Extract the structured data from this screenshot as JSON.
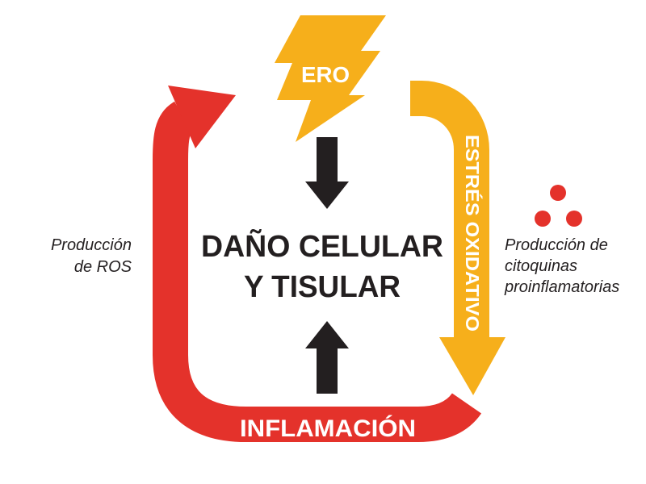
{
  "diagram": {
    "trigger_label": "ERO",
    "center": {
      "line1": "DAÑO CELULAR",
      "line2": "Y TISULAR"
    },
    "right_arrow_label": "ESTRÉS OXIDATIVO",
    "bottom_arrow_label": "INFLAMACIÓN",
    "left_note": {
      "line1": "Producción",
      "line2": "de ROS"
    },
    "right_note": {
      "line1": "Producción de",
      "line2": "citoquinas",
      "line3": "proinflamatorias"
    }
  },
  "icons": {
    "trigger": "lightning-bolt-icon",
    "cytokines": "three-dots-cluster-icon"
  },
  "colors": {
    "oxidative": "#f6af1b",
    "inflammation": "#e4322b",
    "arrows": "#231f20",
    "dots": "#e4322b",
    "text_on_shape": "#ffffff"
  }
}
